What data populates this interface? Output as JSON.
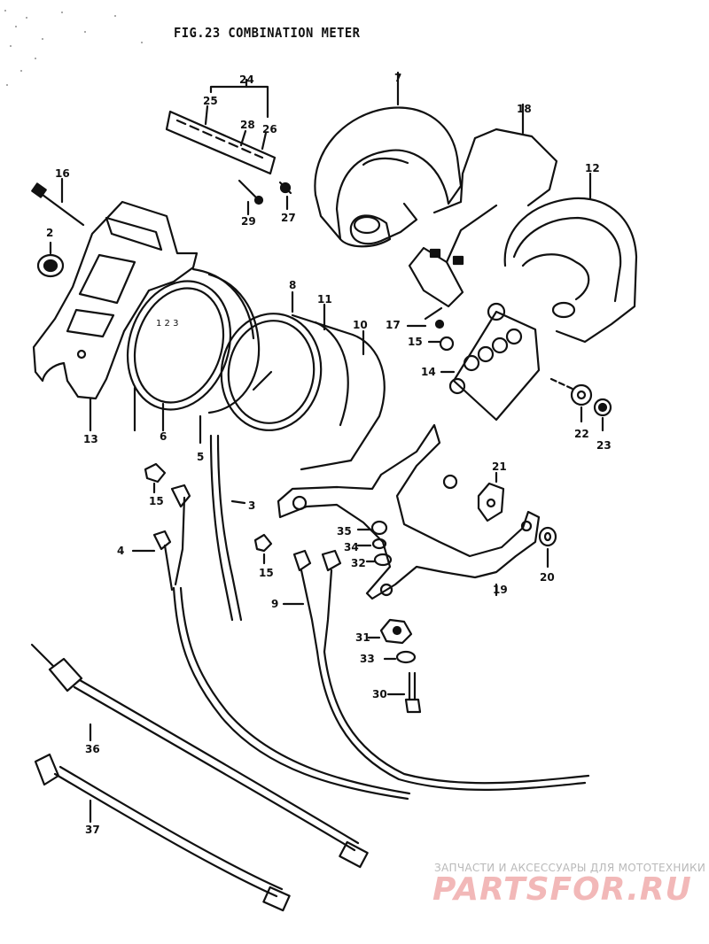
{
  "figure": {
    "title": "FIG.23  COMBINATION METER"
  },
  "callouts": {
    "c1": "24",
    "c2": "25",
    "c3": "28",
    "c4": "26",
    "c5": "29",
    "c6": "27",
    "c7": "7",
    "c8": "18",
    "c9": "16",
    "c10": "2",
    "c11": "12",
    "c12": "8",
    "c13": "11",
    "c14": "10",
    "c15": "17",
    "c16": "15",
    "c17": "14",
    "c18": "13",
    "c19": "6",
    "c20": "5",
    "c21": "22",
    "c22": "23",
    "c23": "21",
    "c24": "15",
    "c25": "3",
    "c26": "35",
    "c27": "34",
    "c28": "32",
    "c29": "20",
    "c30": "4",
    "c31": "15",
    "c32": "19",
    "c33": "9",
    "c34": "31",
    "c35": "33",
    "c36": "30",
    "c37": "36",
    "c38": "37"
  },
  "watermark": {
    "subtitle": "ЗАПЧАСТИ И АКСЕССУАРЫ ДЛЯ МОТОТЕХНИКИ",
    "logo": "PARTSFOR.RU"
  }
}
